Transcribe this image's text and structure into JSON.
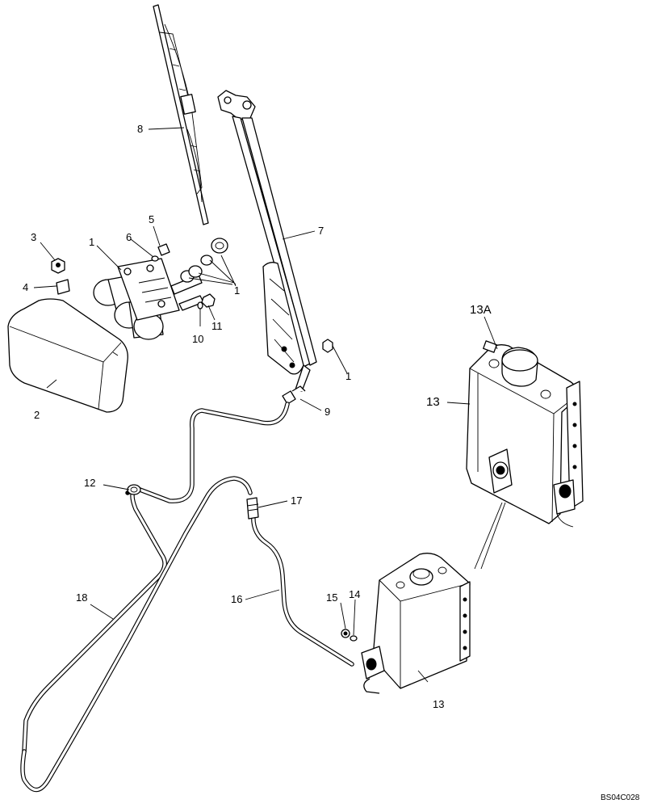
{
  "diagram": {
    "code": "BS04C028",
    "callouts": {
      "c1a": "1",
      "c1b": "1",
      "c1c": "1",
      "c2": "2",
      "c3": "3",
      "c4": "4",
      "c5": "5",
      "c6": "6",
      "c7": "7",
      "c8": "8",
      "c9": "9",
      "c10": "10",
      "c11": "11",
      "c12": "12",
      "c13a": "13",
      "c13b": "13",
      "c13A": "13A",
      "c14": "14",
      "c15": "15",
      "c16": "16",
      "c17": "17",
      "c18": "18"
    },
    "parts": [
      {
        "id": "1",
        "icon": "wiper-motor-kit-icon"
      },
      {
        "id": "2",
        "icon": "motor-cover-icon"
      },
      {
        "id": "3",
        "icon": "nut-icon"
      },
      {
        "id": "4",
        "icon": "clip-icon"
      },
      {
        "id": "5",
        "icon": "bolt-icon"
      },
      {
        "id": "6",
        "icon": "washer-icon"
      },
      {
        "id": "7",
        "icon": "wiper-arm-icon"
      },
      {
        "id": "8",
        "icon": "wiper-blade-icon"
      },
      {
        "id": "9",
        "icon": "nozzle-icon"
      },
      {
        "id": "10",
        "icon": "washer-icon"
      },
      {
        "id": "11",
        "icon": "nut-icon"
      },
      {
        "id": "12",
        "icon": "tee-connector-icon"
      },
      {
        "id": "13",
        "icon": "reservoir-icon"
      },
      {
        "id": "13A",
        "icon": "cap-icon"
      },
      {
        "id": "14",
        "icon": "washer-icon"
      },
      {
        "id": "15",
        "icon": "nut-icon"
      },
      {
        "id": "16",
        "icon": "hose-icon"
      },
      {
        "id": "17",
        "icon": "check-valve-icon"
      },
      {
        "id": "18",
        "icon": "hose-icon"
      }
    ]
  }
}
